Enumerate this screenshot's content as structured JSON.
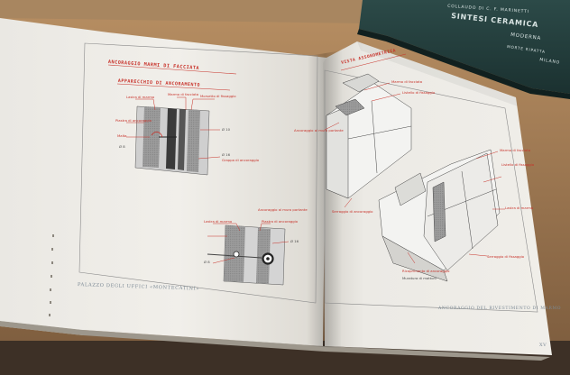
{
  "background_book": {
    "cover_lines": [
      "COLLAUDO DI C. F. MARINETTI",
      "SINTESI CERAMICA",
      "MODERNA",
      "MORTE RIPATTA",
      "MILANO"
    ]
  },
  "left_page": {
    "heading": "ANCORAGGIO MARMI DI FACCIATA",
    "subheading": "APPARECCHIO DI ANCORAMENTO",
    "upper_labels": [
      "Lastra di marmo",
      "Marmo di facciata",
      "Morsetto di fissaggio",
      "Piastra di ancoraggio",
      "Malta",
      "Ø 10",
      "Ø 8",
      "Ø 16",
      "Grappa di ancoraggio"
    ],
    "lower_labels": [
      "Lastra di marmo",
      "Ancoraggio al muro portante",
      "Piastra di ancoraggio",
      "Ø 8",
      "Ø 16"
    ],
    "footer": "PALAZZO DEGLI UFFICI «MONTECATINI»"
  },
  "right_page": {
    "heading": "VISTA ASSONOMETRICA",
    "upper_labels": [
      "Marmo di facciata",
      "Listello di fissaggio",
      "Ancoraggio al muro portante",
      "Serraggio di ancoraggio"
    ],
    "lower_labels": [
      "Marmo di facciata",
      "Listello di fissaggio",
      "Lastra di marmo",
      "Serraggio di fissaggio",
      "Ricoprimento di ancoraggio",
      "Muratura di mattoni"
    ],
    "footer": "ANCORAGGIO DEL RIVESTIMENTO DI MARMO",
    "page_number": "XV"
  }
}
